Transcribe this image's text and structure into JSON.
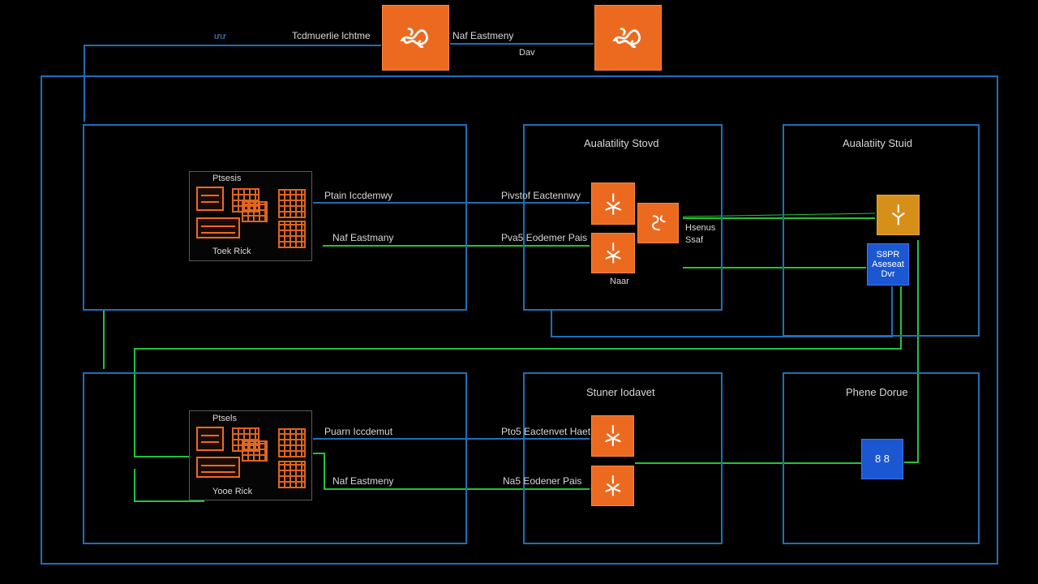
{
  "diagram": {
    "top": {
      "corner_label": "ưư",
      "edge_label_1": "Tcdmuerlie lchtme",
      "edge_label_2": "Naf Eastmeny",
      "edge_label_3": "Dav"
    },
    "row1": {
      "left_panel": {
        "inner_title": "Ptsesis",
        "inner_caption": "Toek Rick",
        "edge_label_top": "Ptain Iccdemwy",
        "edge_label_bottom": "Naf Eastmany"
      },
      "mid_panel": {
        "title": "Aualatility Stovd",
        "edge_label_top": "Pivstof Eactennwy",
        "edge_label_bottom": "Pva5 Eodemer Pais",
        "node_caption": "Naar",
        "side_caption_1": "Hsenus",
        "side_caption_2": "Ssaf"
      },
      "right_panel": {
        "title": "Aualatiity Stuid",
        "blue_node_text": "S8PR Aseseat Dvr"
      }
    },
    "row2": {
      "left_panel": {
        "inner_title": "Ptsels",
        "inner_caption": "Yooe Rick",
        "edge_label_top": "Puarn Iccdemut",
        "edge_label_bottom": "Naf Eastmeny"
      },
      "mid_panel": {
        "title": "Stuner Iodavet",
        "edge_label_top": "Pto5 Eactenvet Haet",
        "edge_label_bottom": "Na5 Eodener Pais"
      },
      "right_panel": {
        "title": "Phene Dorue",
        "blue_node_text": "8 8"
      }
    },
    "icons": {
      "service": "aws-service-swirl-icon",
      "doc": "data-grid-icon",
      "bar": "storage-bar-icon"
    },
    "colors": {
      "frame_blue": "#1d6fb8",
      "connector_green": "#22c33a",
      "service_orange": "#ec6a1f",
      "service_gold": "#d6901a",
      "service_blue": "#1b57d1"
    }
  }
}
